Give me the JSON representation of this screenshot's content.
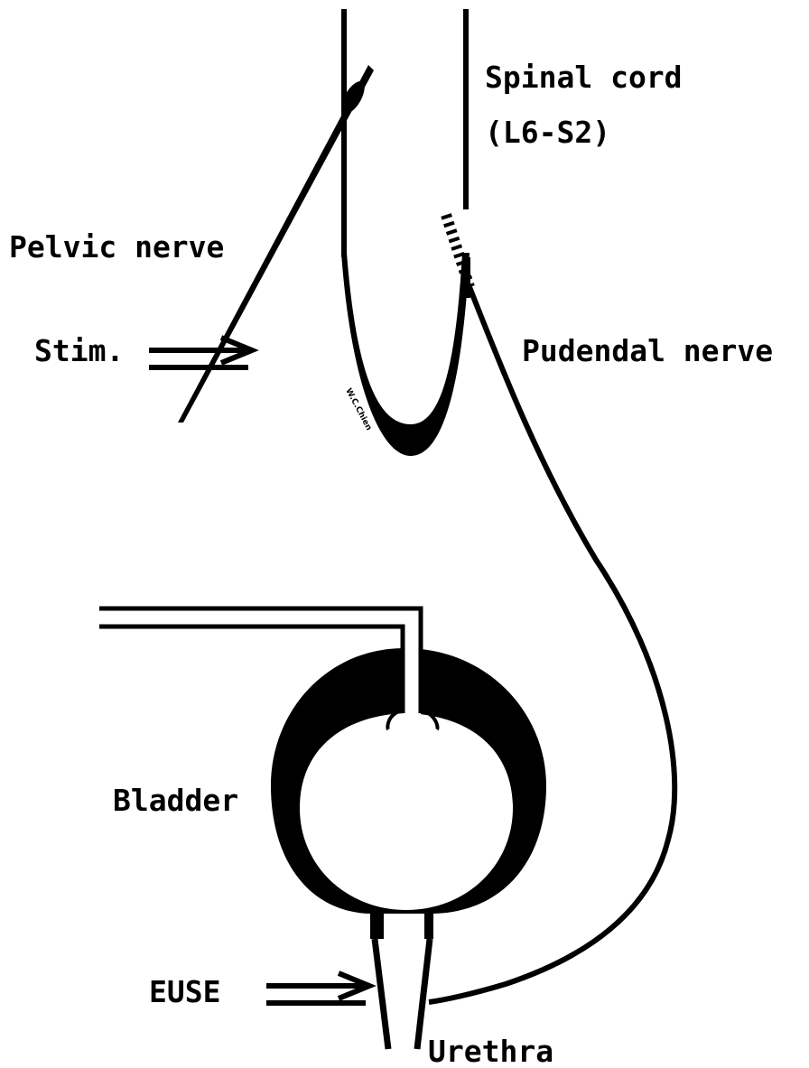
{
  "labels": {
    "spinal_cord": "Spinal cord",
    "segments": "(L6-S2)",
    "pelvic_nerve": "Pelvic nerve",
    "stim": "Stim.",
    "pudendal_nerve": "Pudendal nerve",
    "bladder": "Bladder",
    "euse": "EUSE",
    "urethra": "Urethra",
    "signature": "W.C.Chien"
  },
  "colors": {
    "ink": "#000000",
    "background": "#ffffff"
  }
}
